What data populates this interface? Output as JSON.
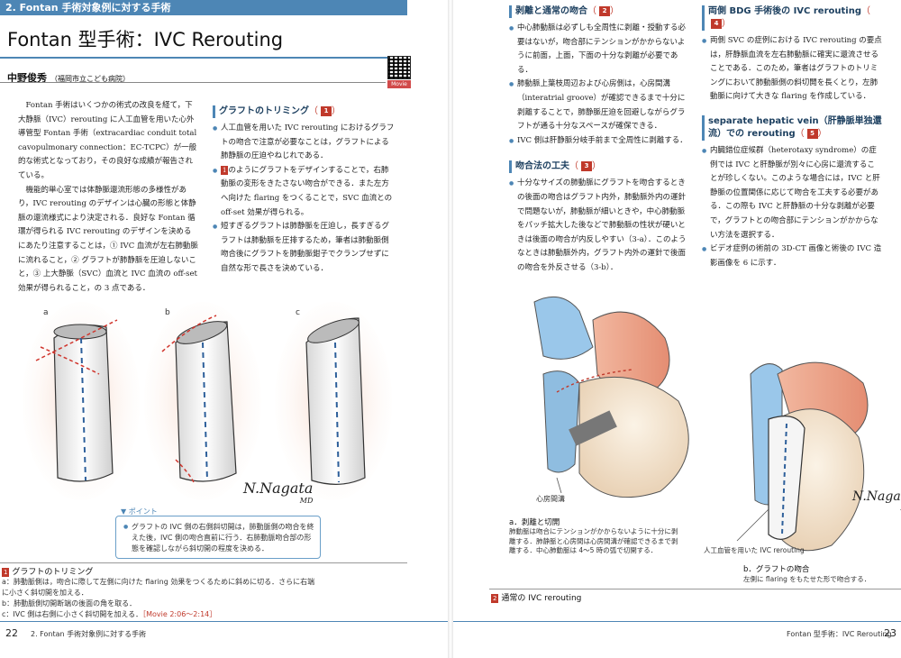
{
  "left": {
    "section_banner": "2. Fontan 手術対象例に対する手術",
    "title": "Fontan 型手術：IVC Rerouting",
    "author": "中野俊秀",
    "affiliation": "（福岡市立こども病院）",
    "movie_tag": "Movie",
    "intro_p1": "Fontan 手術はいくつかの術式の改良を経て，下大静脈（IVC）rerouting に人工血管を用いた心外導管型 Fontan 手術（extracardiac conduit total cavopulmonary connection：EC-TCPC）が一般的な術式となっており，その良好な成績が報告されている。",
    "intro_p2": "機能的単心室では体静脈還流形態の多様性があり，IVC rerouting のデザインは心臓の形態と体静脈の還流様式により決定される．良好な Fontan 循環が得られる IVC rerouting のデザインを決めるにあたり注意することは，① IVC 血流が左右肺動脈に流れること，② グラフトが肺静脈を圧迫しないこと，③ 上大静脈（SVC）血流と IVC 血流の off-set 効果が得られること，の 3 点である．",
    "trim_head": "グラフトのトリミング",
    "trim_num": "1",
    "trim_b1": "人工血管を用いた IVC rerouting におけるグラフトの吻合で注意が必要なことは，グラフトによる肺静脈の圧迫やねじれである．",
    "trim_b2": "のようにグラフトをデザインすることで，右肺動脈の変形をきたさない吻合ができる．また左方へ向けた flaring をつくることで，SVC 血流との off-set 効果が得られる。",
    "trim_b2_tag": "1",
    "trim_b3": "短すぎるグラフトは肺静脈を圧迫し，長すぎるグラフトは肺動脈を圧排するため，筆者は肺動脈側吻合後にグラフトを肺動脈鉗子でクランプせずに自然な形で長さを決めている．",
    "fig_a": "a",
    "fig_b": "b",
    "fig_c": "c",
    "point_label": "ポイント",
    "point_text": "グラフトの IVC 側の右側斜切開は，肺動脈側の吻合を終えた後，IVC 側の吻合直前に行う．右肺動脈吻合部の形態を確認しながら斜切開の程度を決める．",
    "cap_num": "1",
    "cap_title": "グラフトのトリミング",
    "cap_a": "a：肺動脈側は，吻合に際して左側に向けた flaring 効果をつくるために斜めに切る．さらに右端に小さく斜切開を加える．",
    "cap_b": "b：肺動脈側切開断端の後面の角を取る．",
    "cap_c": "c：IVC 側は右側に小さく斜切開を加える．",
    "cap_movie": "［Movie 2:06〜2:14］",
    "page_no": "22",
    "running": "2. Fontan 手術対象例に対する手術",
    "sig_name": "N.Nagata",
    "sig_md": "MD"
  },
  "right": {
    "h1": "剥離と通常の吻合",
    "h1_num": "2",
    "h1_b1": "中心肺動脈は必ずしも全周性に剥離・授動する必要はないが，吻合部にテンションがかからないように前面，上面，下面の十分な剥離が必要である．",
    "h1_b2": "肺動脈上葉枝周辺および心房側は，心房間溝（interatrial groove）が確認できるまで十分に剥離することで，肺静脈圧迫を回避しながらグラフトが通る十分なスペースが確保できる．",
    "h1_b3": "IVC 側は肝静脈分岐手前まで全周性に剥離する．",
    "h2": "吻合法の工夫",
    "h2_num": "3",
    "h2_b1": "十分なサイズの肺動脈にグラフトを吻合するときの後面の吻合はグラフト内外，肺動脈外内の運針で問題ないが，肺動脈が細いときや，中心肺動脈をパッチ拡大した後などで肺動脈の性状が硬いときは後面の吻合が内反しやすい（3-a）．このようなときは肺動脈外内，グラフト内外の運針で後面の吻合を外反させる（3-b）．",
    "h3": "両側 BDG 手術後の IVC rerouting",
    "h3_num": "4",
    "h3_b1": "両側 SVC の症例における IVC rerouting の要点は，肝静脈血流を左右肺動脈に確実に還流させることである．このため，筆者はグラフトのトリミングにおいて肺動脈側の斜切開を長くとり，左肺動脈に向けて大きな flaring を作成している．",
    "h4": "separate hepatic vein（肝静脈単独還流）での rerouting",
    "h4_num": "5",
    "h4_b1": "内臓錯位症候群（heterotaxy syndrome）の症例では IVC と肝静脈が別々に心房に還流することが珍しくない。このような場合には，IVC と肝静脈の位置関係に応じて吻合を工夫する必要がある．この際も IVC と肝静脈の十分な剥離が必要で，グラフトとの吻合部にテンションがかからない方法を選択する．",
    "h4_b2": "ビデオ症例の術前の 3D-CT 画像と術後の IVC 造影画像を 6 に示す．",
    "fig_groove": "心房間溝",
    "fig_a_title": "a．剥離と切開",
    "fig_a_text": "肺動脈は吻合にテンションがかからないように十分に剥離する．肺静脈と心房間は心房間溝が確認できるまで剥離する．中心肺動脈は 4〜5 時の弧で切開する．",
    "fig_graft": "人工血管を用いた IVC rerouting",
    "fig_b_title": "b．グラフトの吻合",
    "fig_b_text": "左側に flaring をもたせた形で吻合する．",
    "cap_num": "2",
    "cap_title": "通常の IVC rerouting",
    "running": "Fontan 型手術：IVC Rerouting",
    "page_no": "23",
    "sig_name": "N.Nagata",
    "sig_md": "MD"
  }
}
